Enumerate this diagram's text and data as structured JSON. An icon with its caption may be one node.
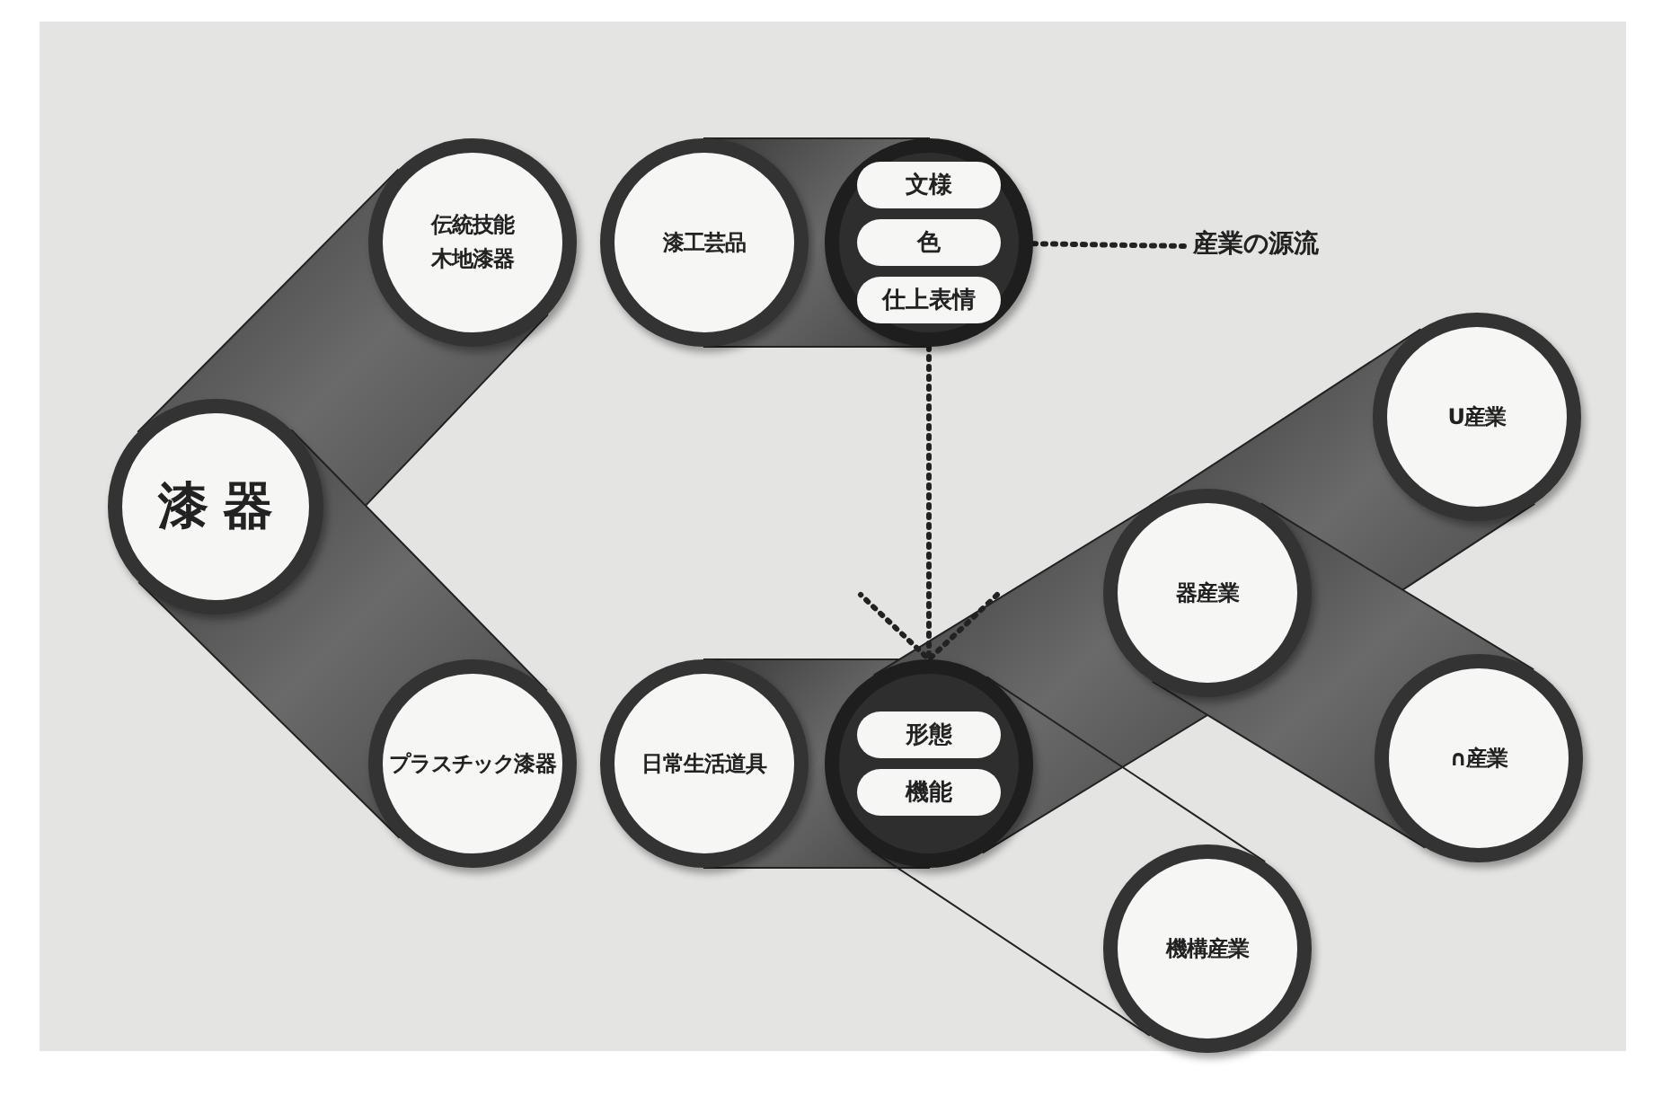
{
  "diagram": {
    "nodes": [
      {
        "text": [
          "漆器"
        ]
      },
      {
        "text": [
          "伝統技能",
          "木地漆器"
        ]
      },
      {
        "text": [
          "漆工芸品"
        ]
      },
      {
        "text": [],
        "shape": "circle"
      },
      {
        "text": [
          "文様"
        ],
        "in": 3
      },
      {
        "text": [
          "色"
        ],
        "in": 3
      },
      {
        "text": [
          "仕上表情"
        ],
        "in": 3
      },
      {
        "text": [
          "産業の源流"
        ]
      },
      {
        "text": [
          "プラスチック漆器"
        ]
      },
      {
        "text": [
          "日常生活道具"
        ]
      },
      {
        "text": [],
        "shape": "circle"
      },
      {
        "text": [
          "形態"
        ],
        "in": 10
      },
      {
        "text": [
          "機能"
        ],
        "in": 10
      },
      {
        "text": [
          "器産業"
        ]
      },
      {
        "text": [
          "U産業"
        ]
      },
      {
        "text": [
          "∩産業"
        ]
      },
      {
        "text": [
          "機構産業"
        ]
      }
    ],
    "edges": [
      {
        "from": 0,
        "to": 1,
        "arrow": "none",
        "style": "thick"
      },
      {
        "from": 0,
        "to": 8,
        "arrow": "none",
        "style": "thick"
      },
      {
        "from": 2,
        "to": 3,
        "arrow": "none",
        "style": "thick"
      },
      {
        "from": 9,
        "to": 10,
        "arrow": "none",
        "style": "thick"
      },
      {
        "from": 3,
        "to": 7,
        "arrow": "none",
        "style": "dashed"
      },
      {
        "from": 3,
        "to": 10,
        "arrow": "to",
        "style": "dashed"
      },
      {
        "from": 10,
        "to": 13,
        "arrow": "none",
        "style": "thick"
      },
      {
        "from": 13,
        "to": 14,
        "arrow": "none",
        "style": "thick"
      },
      {
        "from": 13,
        "to": 15,
        "arrow": "none",
        "style": "thick"
      },
      {
        "from": 10,
        "to": 16,
        "arrow": "none"
      }
    ]
  }
}
